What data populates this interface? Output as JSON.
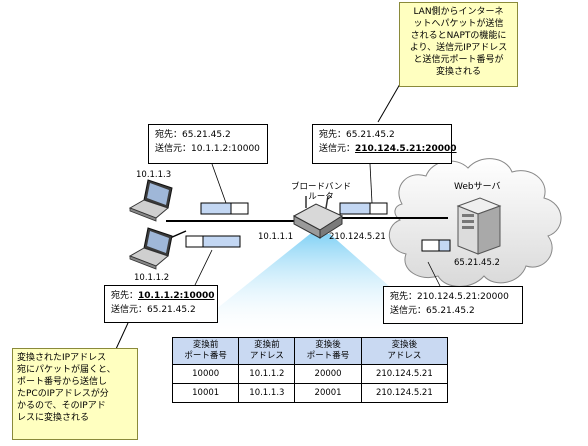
{
  "callout_top": {
    "lines": [
      "LAN側からインターネ",
      "ットへパケットが送信",
      "されるとNAPTの機能に",
      "より、送信元IPアドレス",
      "と送信元ポート番号が",
      "変換される"
    ]
  },
  "callout_bottom": {
    "lines": [
      "変換されたIPアドレス",
      "宛にパケットが届くと、",
      "ポート番号から送信し",
      "たPCのIPアドレスが分",
      "かるので、そのIPアド",
      "レスに変換される"
    ]
  },
  "pc_top": {
    "ip": "10.1.1.3"
  },
  "pc_bottom": {
    "ip": "10.1.1.2"
  },
  "router": {
    "label_line1": "ブロードバンド",
    "label_line2": "ルータ",
    "lan_ip": "10.1.1.1",
    "wan_ip": "210.124.5.21"
  },
  "cloud": {
    "label": "Webサーバ"
  },
  "server": {
    "ip": "65.21.45.2"
  },
  "header_box_1": {
    "dst_label": "宛先：",
    "dst": "65.21.45.2",
    "src_label": "送信元：",
    "src": "10.1.1.2:10000"
  },
  "header_box_2": {
    "dst_label": "宛先：",
    "dst": "65.21.45.2",
    "src_label": "送信元：",
    "src": "210.124.5.21:20000"
  },
  "header_box_3": {
    "dst_label": "宛先：",
    "dst": "10.1.1.2:10000",
    "src_label": "送信元：",
    "src": "65.21.45.2"
  },
  "header_box_4": {
    "dst_label": "宛先：",
    "dst": "210.124.5.21:20000",
    "src_label": "送信元：",
    "src": "65.21.45.2"
  },
  "table": {
    "headers": [
      [
        "変換前",
        "ポート番号"
      ],
      [
        "変換前",
        "アドレス"
      ],
      [
        "変換後",
        "ポート番号"
      ],
      [
        "変換後",
        "アドレス"
      ]
    ],
    "rows": [
      [
        "10000",
        "10.1.1.2",
        "20000",
        "210.124.5.21"
      ],
      [
        "10001",
        "10.1.1.3",
        "20001",
        "210.124.5.21"
      ]
    ]
  },
  "colors": {
    "callout_bg": "#ffffc0",
    "packet_fill": "#c3d7f3",
    "beam": "#bfe6fb",
    "table_header": "#c9d9f2"
  }
}
